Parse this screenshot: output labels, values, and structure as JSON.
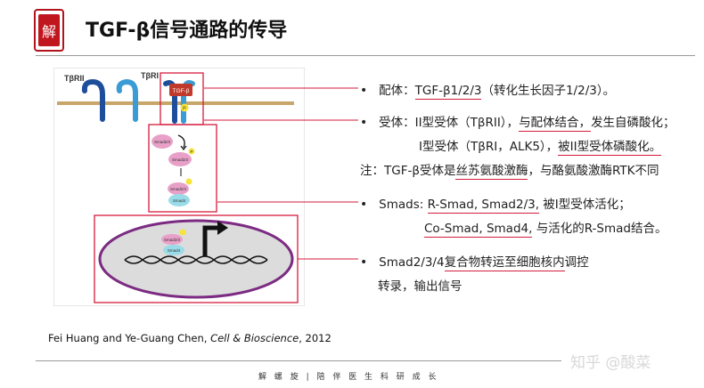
{
  "header": {
    "logo_text": "解",
    "title": "TGF-β信号通路的传导"
  },
  "figure": {
    "receptor_labels": [
      "TβRII",
      "TβRI"
    ],
    "ligand_label": "TGF-β",
    "p_label": "P",
    "smad23": "Smad2/3",
    "smad4": "Smad4"
  },
  "notes": {
    "ligand": {
      "prefix": "配体：",
      "value": "TGF-β1/2/3",
      "suffix": "（转化生长因子1/2/3）。"
    },
    "receptor1": {
      "prefix": "受体：II型受体（TβRII），",
      "underline": "与配体结合，",
      "suffix": "发生自磷酸化；"
    },
    "receptor2": {
      "prefix": "I型受体（TβRI，ALK5），",
      "underline": "被II型受体磷酸化。"
    },
    "note": {
      "prefix": "注：TGF-β受体是",
      "underline": "丝苏氨酸激酶",
      "suffix": "，与酪氨酸激酶RTK不同"
    },
    "smads1": {
      "prefix": "Smads: ",
      "underline": "R-Smad, Smad2/3,",
      "suffix": " 被I型受体活化；"
    },
    "smads2": {
      "underline": "Co-Smad, Smad4,",
      "suffix": " 与活化的R-Smad结合。"
    },
    "complex1": {
      "prefix": "Smad2/3/4",
      "underline": "复合物转运至细胞核内",
      "suffix": "调控"
    },
    "complex2": "转录，输出信号"
  },
  "citation": {
    "authors": "Fei Huang and Ye-Guang Chen, ",
    "journal": "Cell & Bioscience",
    "year": ", 2012"
  },
  "footer": {
    "text": "解 螺 旋  |  陪 伴 医 生 科 研 成 长"
  },
  "watermark": "知乎 @酸菜",
  "colors": {
    "accent": "#d61b3c",
    "ligand": "#c0392b",
    "membrane": "#c8a66a",
    "receptor_blue": "#1e4e9b",
    "receptor_light": "#3a9bd5",
    "smad_pink": "#e8a0c8",
    "smad4_cyan": "#9adbe8",
    "p_yellow": "#f7e33a",
    "nucleus": "#dcdcdc",
    "nucleus_border": "#7b2b82"
  }
}
